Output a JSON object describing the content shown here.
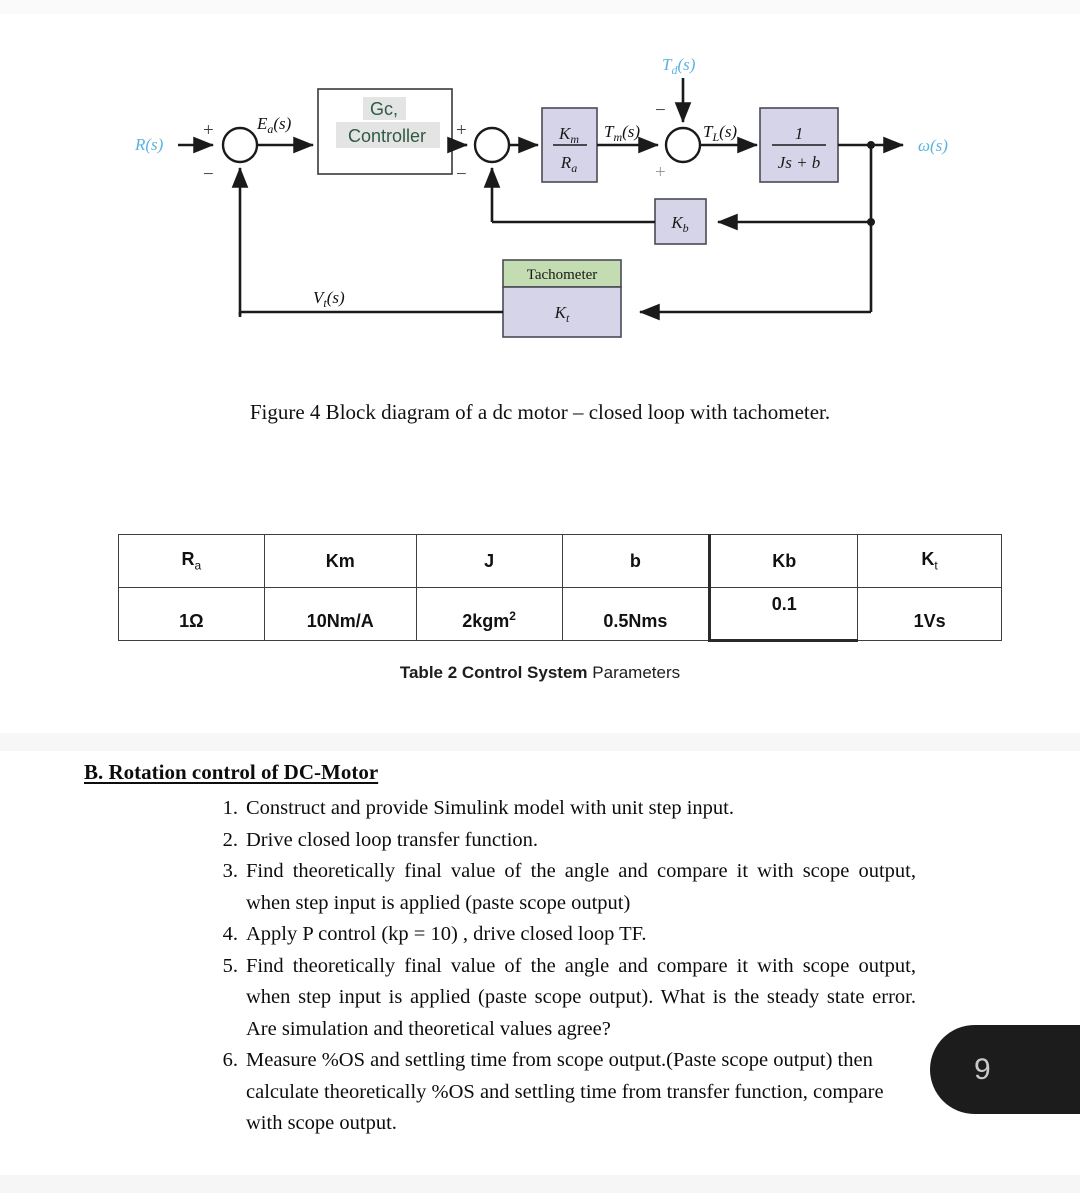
{
  "figure": {
    "caption": "Figure 4 Block diagram of a dc motor – closed loop with tachometer.",
    "input_label": "R(s)",
    "error_label": "E",
    "error_sub": "a",
    "error_tail": "(s)",
    "controller_line1": "Gc,",
    "controller_line2": "Controller",
    "km_num": "K",
    "km_sub": "m",
    "km_den": "R",
    "km_den_sub": "a",
    "tm_label": "T",
    "tm_sub": "m",
    "tm_tail": "(s)",
    "td_label": "T",
    "td_sub": "d",
    "td_tail": "(s)",
    "tl_label": "T",
    "tl_sub": "L",
    "tl_tail": "(s)",
    "plant_num": "1",
    "plant_den": "Js + b",
    "output_label": "ω(s)",
    "kb_label": "K",
    "kb_sub": "b",
    "tach_title": "Tachometer",
    "kt_label": "K",
    "kt_sub": "t",
    "vt_label": "V",
    "vt_sub": "t",
    "vt_tail": "(s)",
    "plus": "+",
    "minus": "−",
    "colors": {
      "external_signal": "#5bb3de",
      "block_fill": "#d6d4e8",
      "tach_header_fill": "#c3dcb1",
      "controller_text": "#2e5b43",
      "line": "#1a1a1a"
    }
  },
  "table": {
    "caption_bold": "Table 2 Control System",
    "caption_light": " Parameters",
    "headers": [
      {
        "text": "R",
        "sub": "a"
      },
      {
        "text": "Km",
        "sub": ""
      },
      {
        "text": "J",
        "sub": ""
      },
      {
        "text": "b",
        "sub": ""
      },
      {
        "text": "Kb",
        "sub": ""
      },
      {
        "text": "K",
        "sub": "t"
      }
    ],
    "values": [
      {
        "text": "1Ω",
        "sup": ""
      },
      {
        "text": "10Nm/A",
        "sup": ""
      },
      {
        "text": "2kgm",
        "sup": "2"
      },
      {
        "text": "0.5Nms",
        "sup": ""
      },
      {
        "text": "0.1",
        "sup": ""
      },
      {
        "text": "1Vs",
        "sup": ""
      }
    ]
  },
  "section": {
    "heading": "B. Rotation control of DC-Motor",
    "tasks": [
      {
        "num": "1.",
        "text": "Construct and provide Simulink model with unit step input."
      },
      {
        "num": "2.",
        "text": "Drive closed loop transfer function."
      },
      {
        "num": "3.",
        "text": "Find theoretically final value of the angle and compare it with scope output, when step input is applied (paste scope output)"
      },
      {
        "num": "4.",
        "text": "Apply P control (kp = 10) , drive closed loop TF."
      },
      {
        "num": "5.",
        "text": "Find theoretically final value of the angle and compare it with scope output, when step input is applied (paste scope output). What is the steady state error. Are simulation and theoretical values agree?"
      },
      {
        "num": "6.",
        "text": "Measure %OS and settling time from scope output.(Paste scope output) then calculate theoretically %OS and settling time from transfer function, compare with scope output."
      }
    ]
  },
  "page_badge": {
    "number": "9"
  }
}
